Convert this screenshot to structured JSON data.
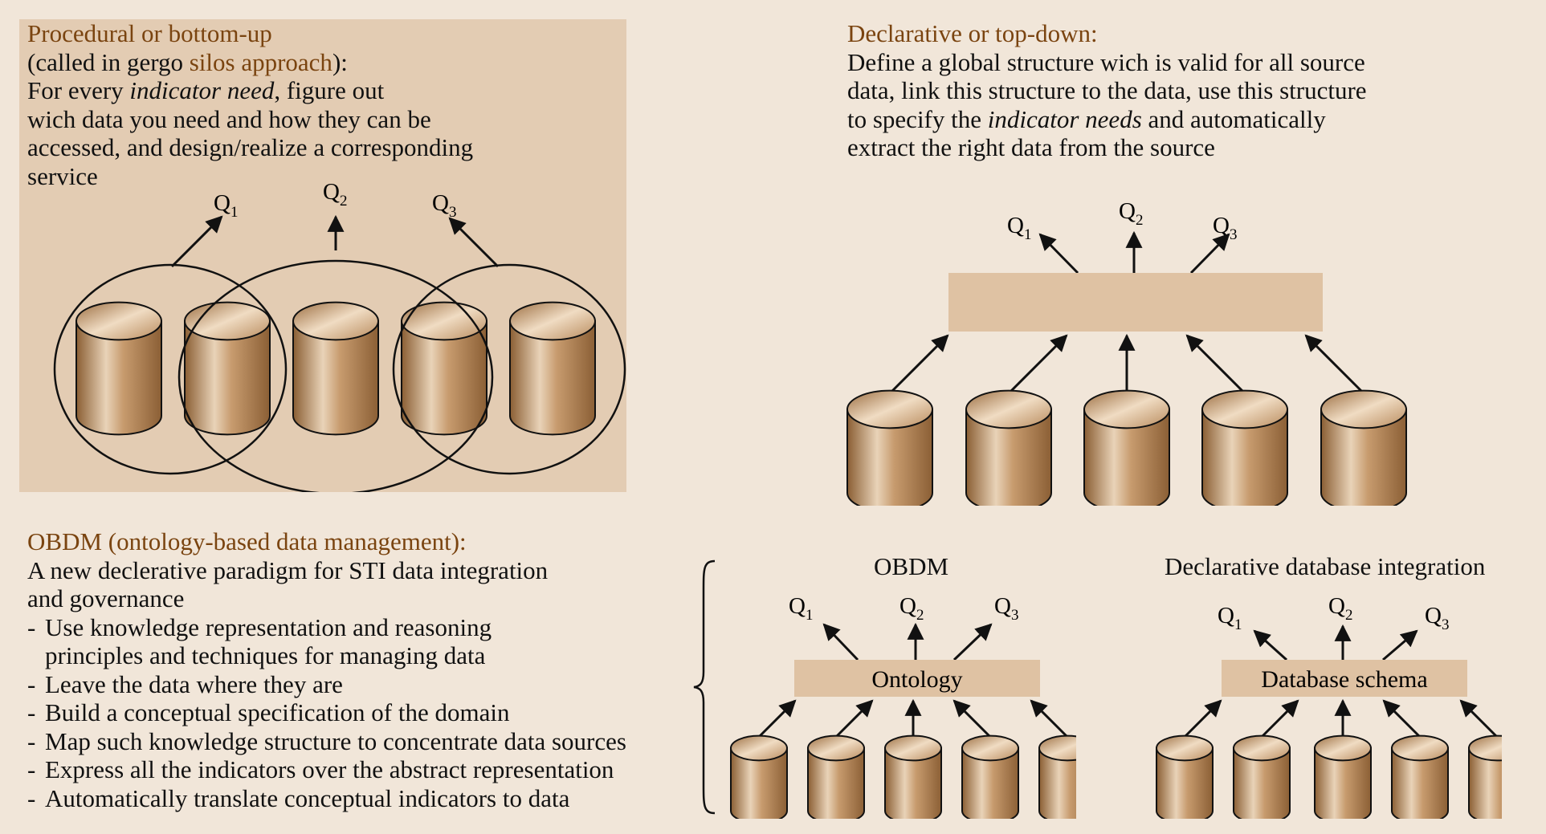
{
  "procedural": {
    "heading": "Procedural or bottom-up",
    "line2_prefix": "(called in gergo ",
    "line2_accent": "silos approach",
    "line2_suffix": "):",
    "line3_prefix": "For every ",
    "line3_em": "indicator need",
    "line3_suffix": ", figure out",
    "line4": "wich data you need and how they can be",
    "line5": "accessed, and design/realize a corresponding",
    "line6": "service",
    "queries": [
      "Q",
      "Q",
      "Q"
    ],
    "query_subscripts": [
      "1",
      "2",
      "3"
    ]
  },
  "declarative": {
    "heading": "Declarative or top-down:",
    "line1": "Define a global structure wich is valid for all source",
    "line2": "data, link this structure to the data, use this structure",
    "line3_prefix": "to specify the ",
    "line3_em": "indicator needs",
    "line3_suffix": " and automatically",
    "line4": "extract the right data from the source",
    "queries": [
      "Q",
      "Q",
      "Q"
    ],
    "query_subscripts": [
      "1",
      "2",
      "3"
    ]
  },
  "obdm": {
    "heading": "OBDM (ontology-based data management):",
    "intro1": "A new declerative paradigm for STI data integration",
    "intro2": "and governance",
    "bullets": [
      "Use knowledge representation and reasoning",
      "principles and techniques for managing data",
      "Leave the data where they are",
      "Build a conceptual specification of the domain",
      "Map such knowledge structure to concentrate data sources",
      "Express all the indicators over the abstract representation",
      "Automatically translate conceptual indicators to data"
    ]
  },
  "obdm_diagram": {
    "title": "OBDM",
    "box_label": "Ontology",
    "queries": [
      "Q",
      "Q",
      "Q"
    ],
    "query_subscripts": [
      "1",
      "2",
      "3"
    ]
  },
  "db_diagram": {
    "title": "Declarative database integration",
    "box_label": "Database schema",
    "queries": [
      "Q",
      "Q",
      "Q"
    ],
    "query_subscripts": [
      "1",
      "2",
      "3"
    ]
  },
  "colors": {
    "background": "#f1e6d9",
    "panel": "#e3ccb3",
    "accent_text": "#7a4410",
    "structure_box": "#dfc2a3",
    "cylinder_dark": "#8c6236",
    "cylinder_light": "#efdcc5"
  }
}
